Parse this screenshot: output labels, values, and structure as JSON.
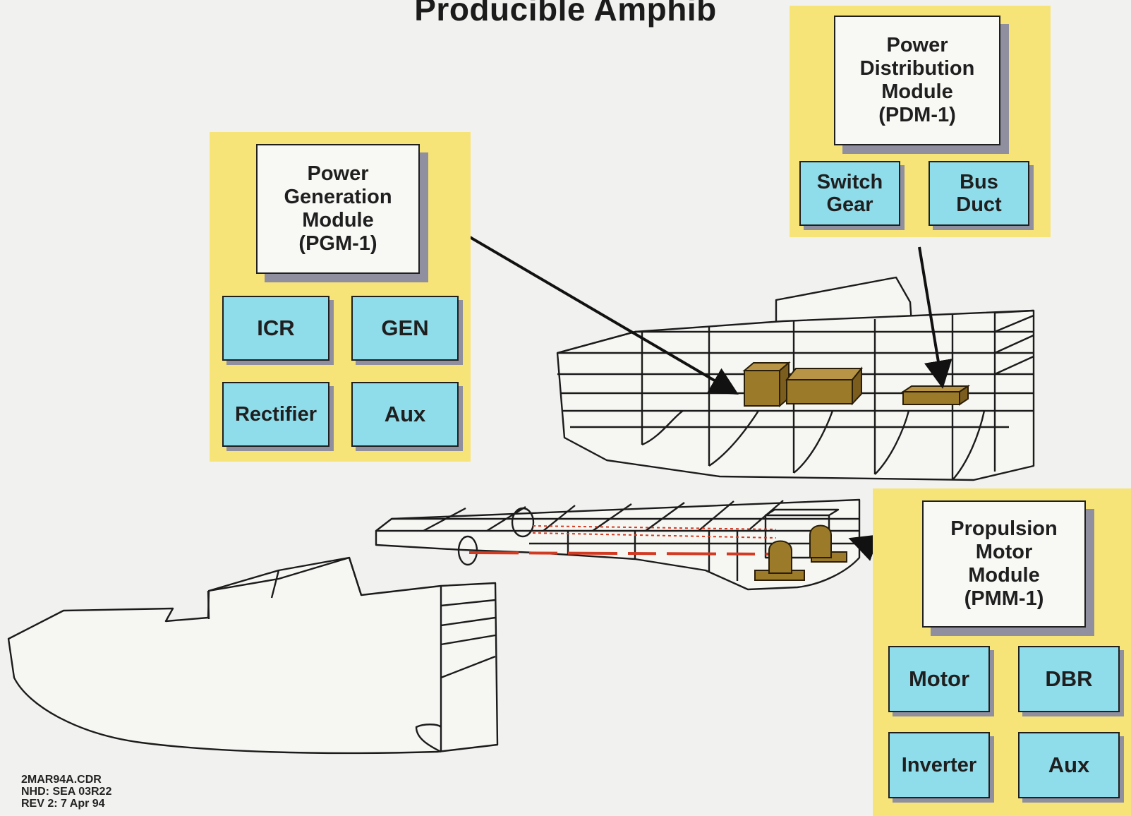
{
  "title": "Producible Amphib",
  "modules": {
    "pgm": {
      "title_lines": [
        "Power",
        "Generation",
        "Module",
        "(PGM-1)"
      ],
      "components": [
        "ICR",
        "GEN",
        "Rectifier",
        "Aux"
      ]
    },
    "pdm": {
      "title_lines": [
        "Power",
        "Distribution",
        "Module",
        "(PDM-1)"
      ],
      "components": [
        [
          "Switch",
          "Gear"
        ],
        [
          "Bus",
          "Duct"
        ]
      ]
    },
    "pmm": {
      "title_lines": [
        "Propulsion",
        "Motor",
        "Module",
        "(PMM-1)"
      ],
      "components": [
        "Motor",
        "DBR",
        "Inverter",
        "Aux"
      ]
    }
  },
  "footer": [
    "2MAR94A.CDR",
    "NHD: SEA 03R22",
    "REV 2: 7 Apr 94"
  ],
  "colors": {
    "panel": "#f7e479",
    "component": "#8fdcea",
    "equipment": "#9b7a2a",
    "shaft": "#d33a22"
  }
}
